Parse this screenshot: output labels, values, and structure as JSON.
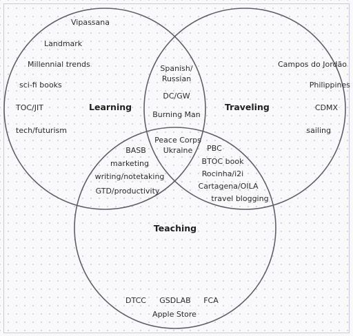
{
  "sets": {
    "learning": "Learning",
    "traveling": "Traveling",
    "teaching": "Teaching"
  },
  "learning_only": [
    "Vipassana",
    "Landmark",
    "Millennial trends",
    "sci-fi books",
    "TOC/JIT",
    "tech/futurism"
  ],
  "traveling_only": [
    "Campos do Jordão",
    "Philippines",
    "CDMX",
    "sailing"
  ],
  "learning_traveling": [
    "Spanish/\nRussian",
    "DC/GW",
    "Burning Man"
  ],
  "learning_teaching": [
    "BASB",
    "marketing",
    "writing/notetaking",
    "GTD/productivity"
  ],
  "traveling_teaching": [
    "PBC",
    "BTOC book",
    "Rocinha/i2i",
    "Cartagena/OILA",
    "travel blogging"
  ],
  "all_three": "Peace Corps\nUkraine",
  "teaching_only": [
    "DTCC",
    "GSDLAB",
    "FCA",
    "Apple Store"
  ],
  "colors": {
    "circle_stroke": "#5e5e6a",
    "text": "#2a2a2a"
  }
}
